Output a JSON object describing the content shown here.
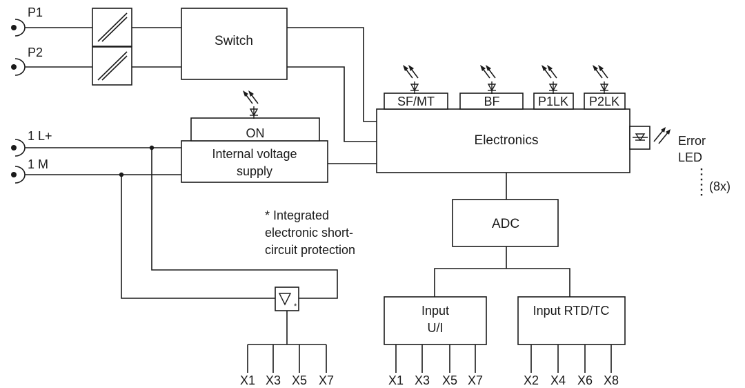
{
  "ports": {
    "p1": "P1",
    "p2": "P2",
    "l_plus": "1 L+",
    "m": "1 M"
  },
  "blocks": {
    "switch": "Switch",
    "electronics": "Electronics",
    "internal_supply_line1": "Internal voltage",
    "internal_supply_line2": "supply",
    "on": "ON",
    "adc": "ADC",
    "input_ui_line1": "Input",
    "input_ui_line2": "U/I",
    "input_rtd_tc": "Input RTD/TC"
  },
  "leds": {
    "sf_mt": "SF/MT",
    "bf": "BF",
    "p1lk": "P1LK",
    "p2lk": "P2LK",
    "error_line1": "Error",
    "error_line2": "LED",
    "error_count": "(8x)"
  },
  "note": {
    "line1": "* Integrated",
    "line2": "electronic short-",
    "line3": "circuit protection",
    "protection_symbol_star": "*"
  },
  "terminals": {
    "supply_group": [
      "X1",
      "X3",
      "X5",
      "X7"
    ],
    "input_ui": [
      "X1",
      "X3",
      "X5",
      "X7"
    ],
    "input_rtd_tc": [
      "X2",
      "X4",
      "X6",
      "X8"
    ]
  },
  "icons": [
    "connector-jack-icon",
    "media-converter-icon",
    "led-icon",
    "optocoupler-icon",
    "protection-triangle-icon"
  ]
}
